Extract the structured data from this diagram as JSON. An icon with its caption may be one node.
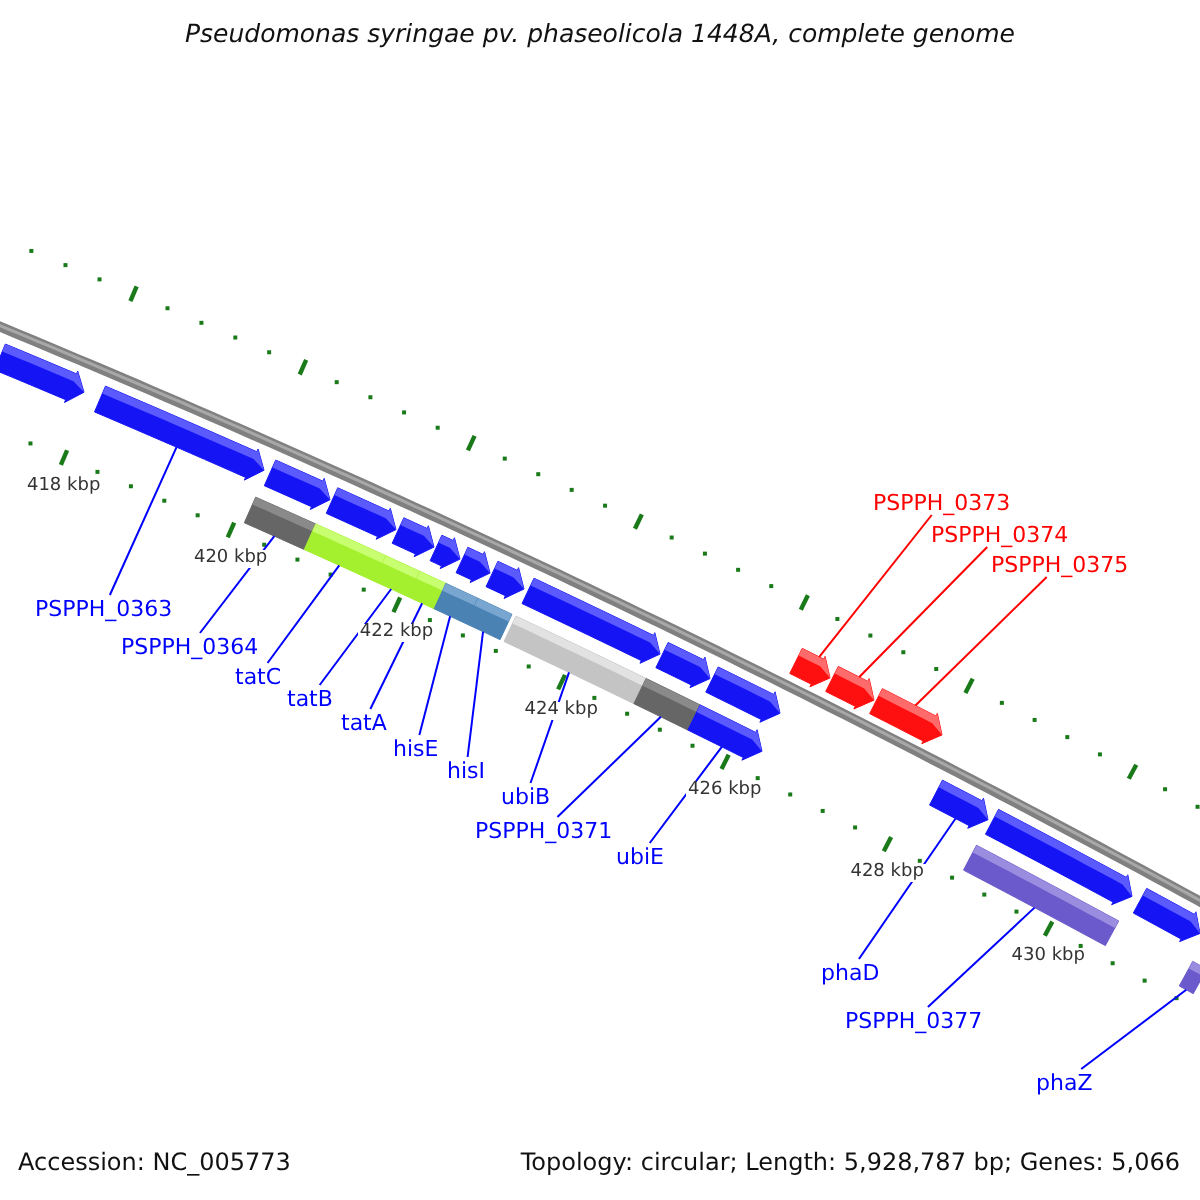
{
  "diagram": {
    "title": "Pseudomonas syringae pv. phaseolicola 1448A, complete genome",
    "nodes": [
      {
        "text": [],
        "shape": "arrow"
      },
      {
        "text": [],
        "shape": "arrow"
      },
      {
        "text": [],
        "shape": "arrow"
      },
      {
        "text": [],
        "shape": "arrow"
      },
      {
        "text": [],
        "shape": "arrow"
      },
      {
        "text": [],
        "shape": "arrow"
      },
      {
        "text": [],
        "shape": "arrow"
      },
      {
        "text": [],
        "shape": "arrow"
      },
      {
        "text": [],
        "shape": "arrow"
      },
      {
        "text": [],
        "shape": "arrow"
      },
      {
        "text": [],
        "shape": "arrow"
      },
      {
        "text": [],
        "shape": "arrow"
      },
      {
        "text": [],
        "shape": "arrow"
      },
      {
        "text": [],
        "shape": "arrow"
      },
      {
        "text": [],
        "shape": "arrow"
      },
      {
        "text": [],
        "shape": "arrow"
      },
      {
        "text": [],
        "shape": "arrow"
      },
      {
        "text": [],
        "shape": "bar"
      },
      {
        "text": [],
        "shape": "bar"
      },
      {
        "text": [],
        "shape": "bar"
      },
      {
        "text": [],
        "shape": "bar"
      },
      {
        "text": [],
        "shape": "bar"
      },
      {
        "text": [],
        "shape": "bar"
      },
      {
        "text": [],
        "shape": "bar"
      },
      {
        "text": [],
        "shape": "bar"
      },
      {
        "text": [],
        "shape": "arrow"
      },
      {
        "text": [],
        "shape": "bar"
      },
      {
        "text": [],
        "shape": "bar"
      },
      {
        "text": [
          "PSPPH_0363"
        ]
      },
      {
        "text": [
          "PSPPH_0364"
        ]
      },
      {
        "text": [
          "tatC"
        ]
      },
      {
        "text": [
          "tatB"
        ]
      },
      {
        "text": [
          "tatA"
        ]
      },
      {
        "text": [
          "hisE"
        ]
      },
      {
        "text": [
          "hisI"
        ]
      },
      {
        "text": [
          "ubiB"
        ]
      },
      {
        "text": [
          "PSPPH_0371"
        ]
      },
      {
        "text": [
          "ubiE"
        ]
      },
      {
        "text": [
          "PSPPH_0373"
        ]
      },
      {
        "text": [
          "PSPPH_0374"
        ]
      },
      {
        "text": [
          "PSPPH_0375"
        ]
      },
      {
        "text": [
          "phaD"
        ]
      },
      {
        "text": [
          "PSPPH_0377"
        ]
      },
      {
        "text": [
          "phaZ"
        ]
      }
    ],
    "edges": [
      {
        "from": 28,
        "to": 1,
        "arrow": "none"
      },
      {
        "from": 29,
        "to": 17,
        "arrow": "none"
      },
      {
        "from": 30,
        "to": 18,
        "arrow": "none"
      },
      {
        "from": 31,
        "to": 19,
        "arrow": "none"
      },
      {
        "from": 32,
        "to": 20,
        "arrow": "none"
      },
      {
        "from": 33,
        "to": 21,
        "arrow": "none"
      },
      {
        "from": 34,
        "to": 22,
        "arrow": "none"
      },
      {
        "from": 35,
        "to": 23,
        "arrow": "none"
      },
      {
        "from": 36,
        "to": 24,
        "arrow": "none"
      },
      {
        "from": 37,
        "to": 25,
        "arrow": "none"
      },
      {
        "from": 38,
        "to": 14,
        "arrow": "none",
        "color": "#ff0000"
      },
      {
        "from": 39,
        "to": 15,
        "arrow": "none",
        "color": "#ff0000"
      },
      {
        "from": 40,
        "to": 16,
        "arrow": "none",
        "color": "#ff0000"
      },
      {
        "from": 41,
        "to": 11,
        "arrow": "none"
      },
      {
        "from": 42,
        "to": 26,
        "arrow": "none"
      },
      {
        "from": 43,
        "to": 27,
        "arrow": "none"
      }
    ],
    "labels": [
      "418 kbp",
      "420 kbp",
      "422 kbp",
      "424 kbp",
      "426 kbp",
      "428 kbp",
      "430 kbp",
      "Accession: NC_005773",
      "Topology: circular; Length: 5,928,787 bp; Genes: 5,066"
    ]
  }
}
